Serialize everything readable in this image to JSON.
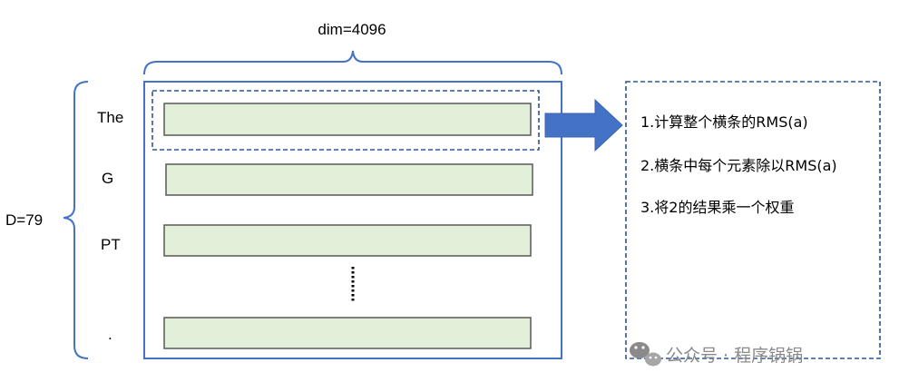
{
  "dim_label": "dim=4096",
  "d_label": "D=79",
  "tokens": [
    "The",
    "G",
    "PT",
    "."
  ],
  "steps": [
    "1.计算整个横条的RMS(a)",
    "2.横条中每个元素除以RMS(a)",
    "3.将2的结果乘一个权重"
  ],
  "watermark": "公众号 · 程序锅锅",
  "colors": {
    "frame": "#4472c4",
    "bar_fill": "#e2efd9",
    "bar_stroke": "#595959",
    "arrow": "#4472c4",
    "dashed": "#2f5597",
    "watermark": "#8a8a8a"
  }
}
